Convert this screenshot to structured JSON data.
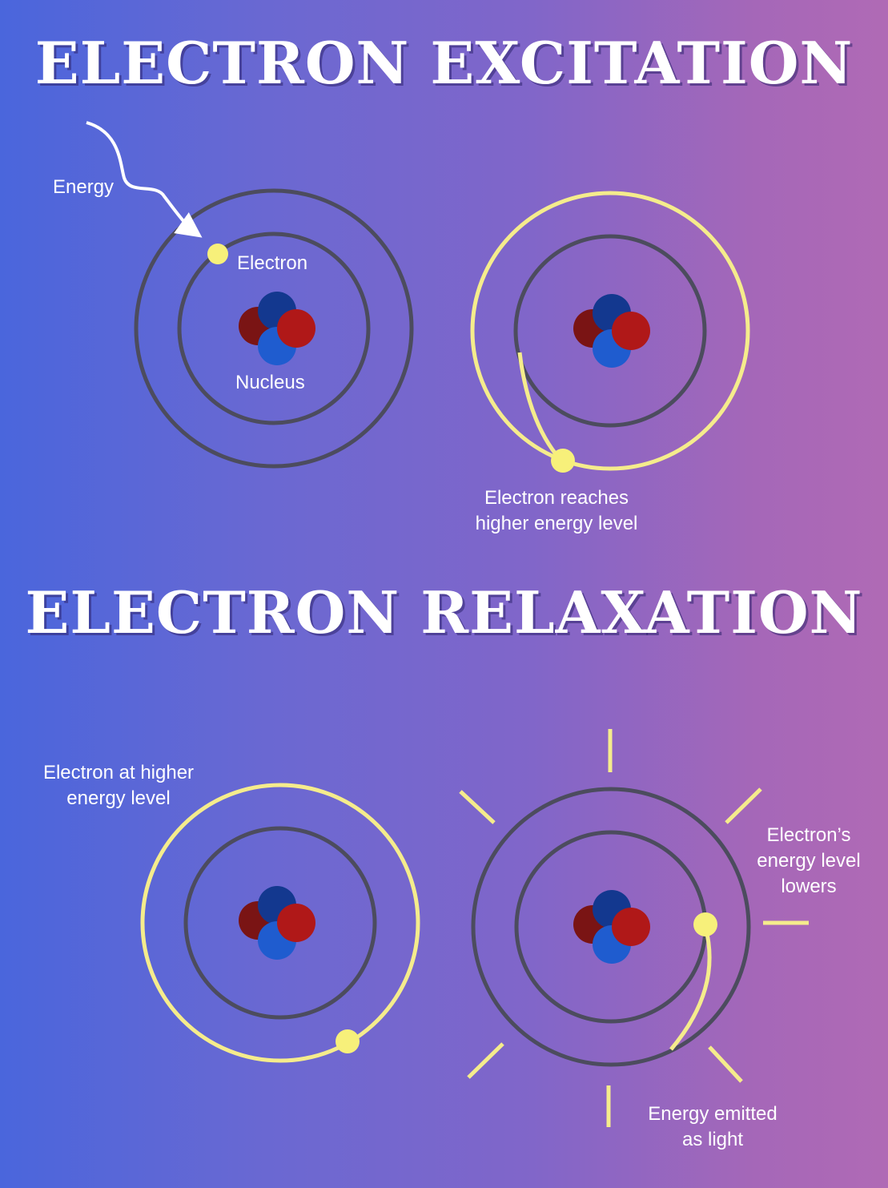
{
  "titles": {
    "excitation": "ELECTRON EXCITATION",
    "relaxation": "ELECTRON RELAXATION"
  },
  "labels": {
    "energy": "Energy",
    "electron": "Electron",
    "nucleus": "Nucleus",
    "reaches_line1": "Electron reaches",
    "reaches_line2": "higher energy level",
    "at_higher_line1": "Electron at higher",
    "at_higher_line2": "energy level",
    "lowers_line1": "Electron’s",
    "lowers_line2": "energy level",
    "lowers_line3": "lowers",
    "emitted_line1": "Energy emitted",
    "emitted_line2": "as light"
  },
  "colors": {
    "orbit": "#4c4c5e",
    "highlight": "#f5ec8c",
    "electron": "#f7f07a",
    "proton_dark": "#7a1414",
    "proton": "#b01818",
    "neutron_dark": "#13388f",
    "neutron": "#1f5ccf"
  }
}
